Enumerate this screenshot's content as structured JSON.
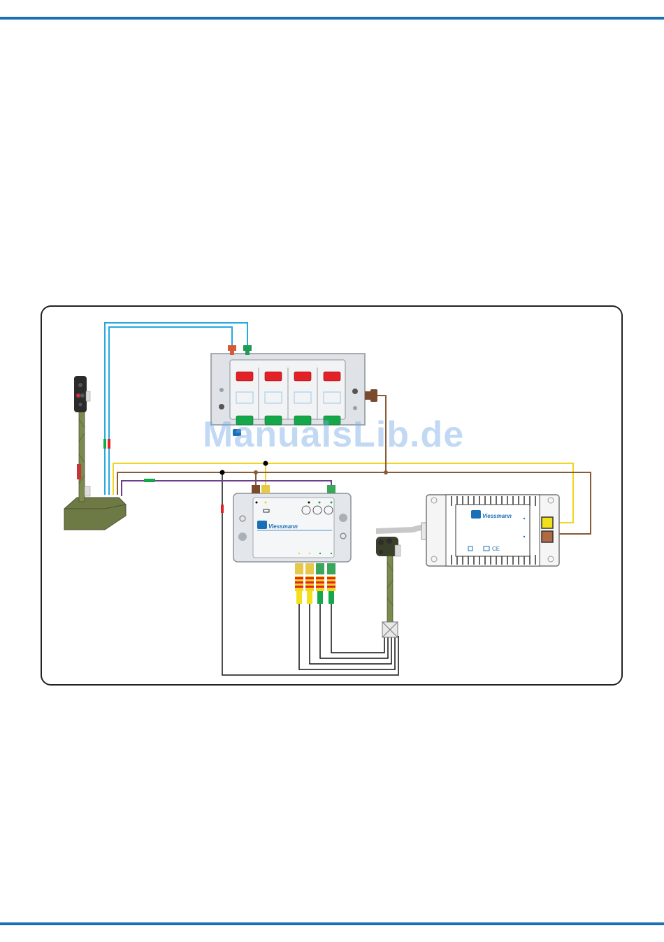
{
  "colors": {
    "rule": "#1a6fb5",
    "wire_blue": "#27a8e0",
    "wire_yellow": "#f2d51f",
    "wire_brown": "#8a5a34",
    "wire_purple": "#6b3f8a",
    "wire_black": "#000000",
    "button_red": "#e32228",
    "button_green": "#14a84a",
    "signal_olive": "#7b8b4f",
    "device_grey": "#e3e6ea"
  },
  "icons": [
    "viessmann-logo-icon",
    "ce-mark-icon",
    "screw-icon"
  ],
  "control_panel": {
    "buttons": 4
  },
  "decoder": {
    "brand": "Viessmann"
  },
  "transformer": {
    "brand": "Viessmann",
    "mark": "CE"
  },
  "watermark": "ManualsLib.de"
}
